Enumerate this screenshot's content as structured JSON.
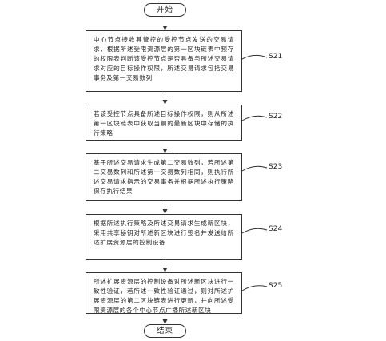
{
  "flowchart": {
    "start_label": "开始",
    "end_label": "结束",
    "steps": [
      {
        "id": "S21",
        "text": "中心节点接收其管控的受控节点发送的交易请求，根据所述受限资源层的第一区块链表中预存的权限表判断该受控节点是否具备与所述交易请求对应的目标操作权限，所述交易请求包括交易事务及第一交易数列"
      },
      {
        "id": "S22",
        "text": "若该受控节点具备所述目标操作权限，则从所述第一区块链表中获取当前的最新区块中存储的执行策略"
      },
      {
        "id": "S23",
        "text": "基于所述交易请求生成第二交易数列，若所述第二交易数列和所述第一交易数列相同，则执行所述交易请求指示的交易事务并根据所述执行策略保存执行结果"
      },
      {
        "id": "S24",
        "text": "根据所述执行策略及所述交易请求生成新区块，采用共享秘钥对所述新区块进行签名并发送给所述扩展资源层的控制设备"
      },
      {
        "id": "S25",
        "text": "所述扩展资源层的控制设备对所述新区块进行一致性验证，若所述一致性验证通过，则对所述扩展资源层的第二区块链表进行更新，并向所述受限资源层的各个中心节点广播所述新区块"
      }
    ]
  }
}
